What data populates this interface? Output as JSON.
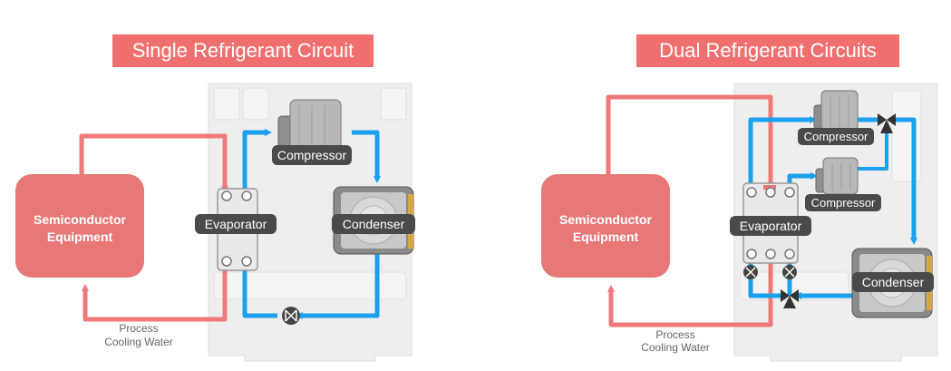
{
  "single": {
    "title": "Single Refrigerant Circuit",
    "equipment_line1": "Semiconductor",
    "equipment_line2": "Equipment",
    "evaporator": "Evaporator",
    "compressor": "Compressor",
    "condenser": "Condenser",
    "water_line1": "Process",
    "water_line2": "Cooling Water"
  },
  "dual": {
    "title": "Dual Refrigerant Circuits",
    "equipment_line1": "Semiconductor",
    "equipment_line2": "Equipment",
    "evaporator": "Evaporator",
    "compressor_top": "Compressor",
    "compressor_bottom": "Compressor",
    "condenser": "Condenser",
    "water_line1": "Process",
    "water_line2": "Cooling Water"
  },
  "colors": {
    "banner": "#f07070",
    "equipment": "#e87878",
    "water_line": "#ee7a7a",
    "refrigerant_line": "#1aa0ec",
    "cabinet": "#eeeeee",
    "label_dark": "#4a4a4a"
  }
}
